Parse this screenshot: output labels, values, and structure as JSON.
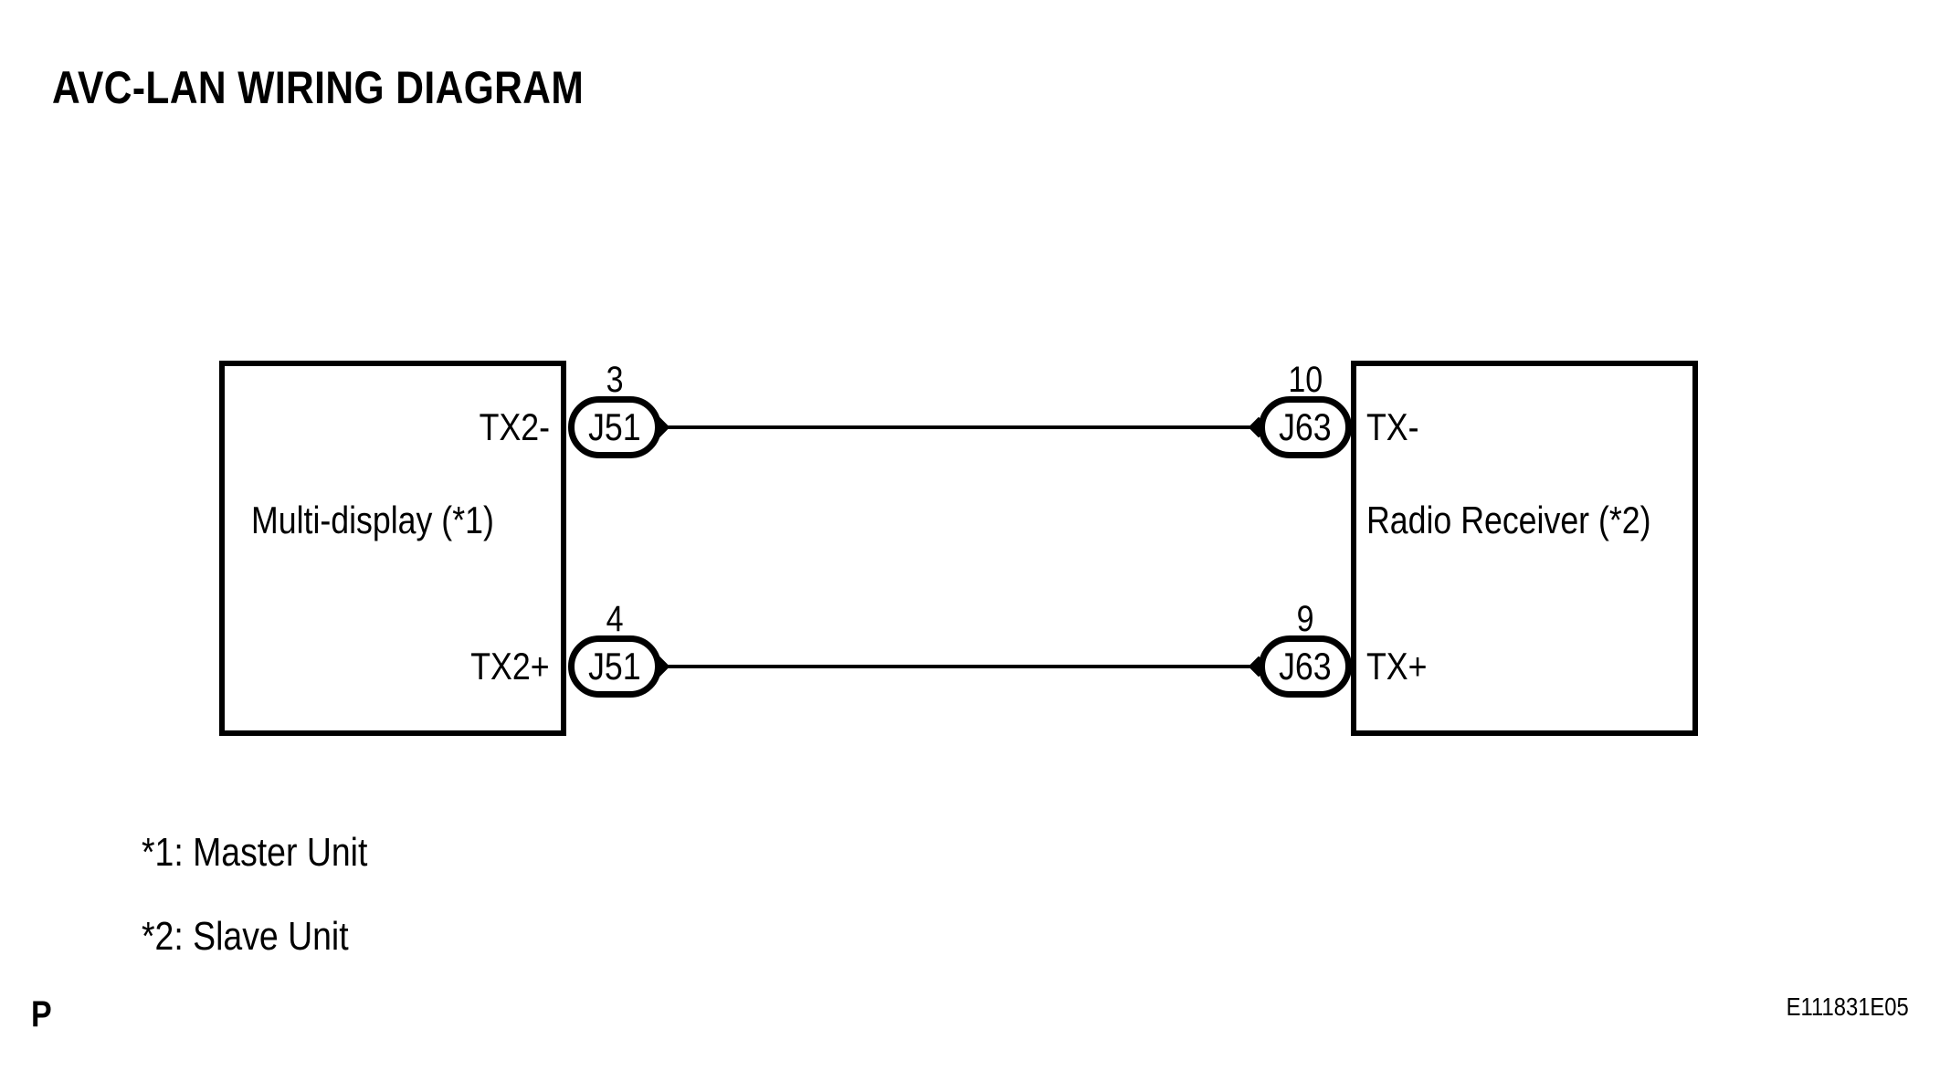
{
  "page": {
    "title": "AVC-LAN WIRING DIAGRAM",
    "page_marker": "P",
    "figure_id": "E111831E05",
    "colors": {
      "ink": "#000000",
      "background": "#ffffff"
    }
  },
  "diagram": {
    "left_box": {
      "label": "Multi-display (*1)"
    },
    "right_box": {
      "label": "Radio Receiver (*2)"
    },
    "connections": [
      {
        "left_pin": "3",
        "left_connector": "J51",
        "left_signal": "TX2-",
        "right_pin": "10",
        "right_connector": "J63",
        "right_signal": "TX-"
      },
      {
        "left_pin": "4",
        "left_connector": "J51",
        "left_signal": "TX2+",
        "right_pin": "9",
        "right_connector": "J63",
        "right_signal": "TX+"
      }
    ],
    "notes": [
      "*1: Master Unit",
      "*2: Slave Unit"
    ]
  }
}
